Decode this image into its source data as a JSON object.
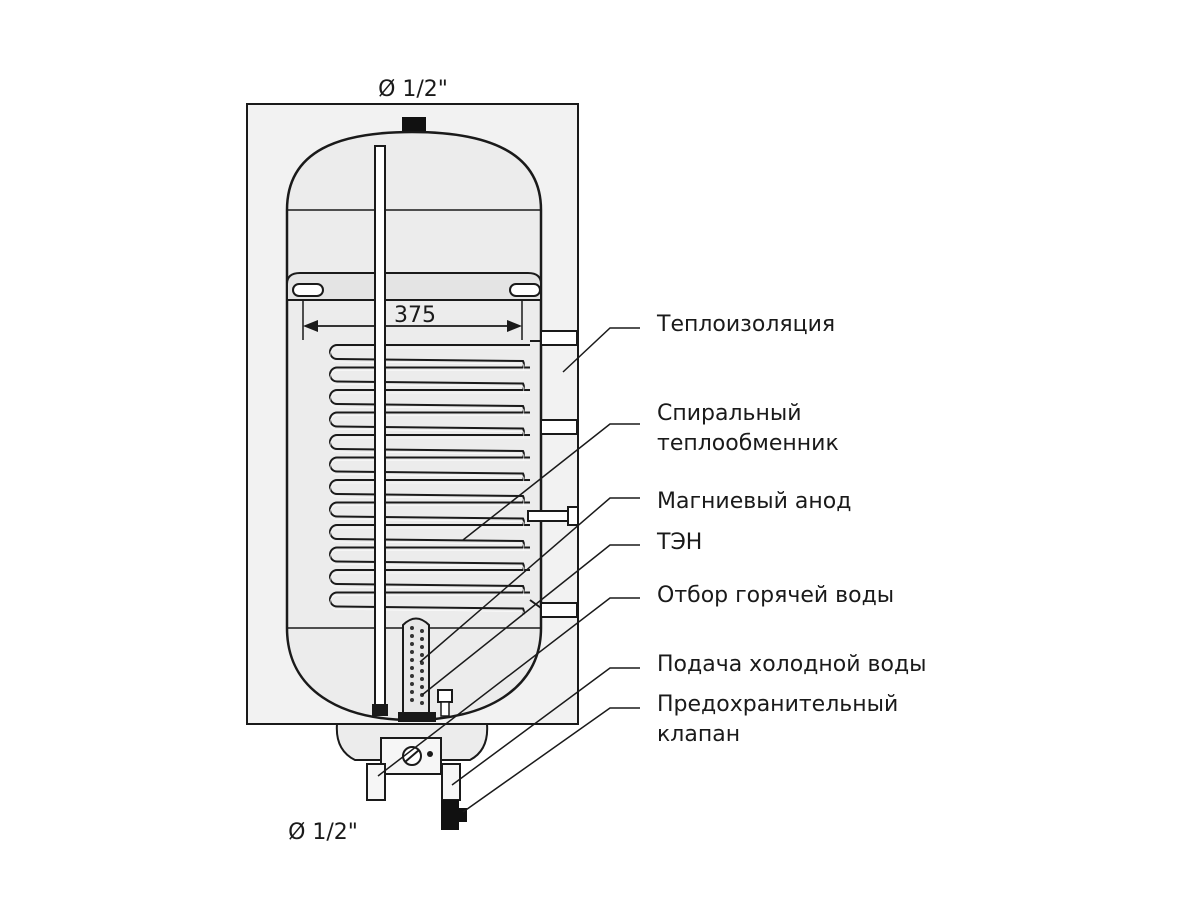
{
  "top_fitting": "Ø 1/2\"",
  "bottom_fitting": "Ø 1/2\"",
  "dimension": "375",
  "labels": {
    "insulation": "Теплоизоляция",
    "coil_line1": "Спиральный",
    "coil_line2": "теплообменник",
    "anode": "Магниевый анод",
    "heater": "ТЭН",
    "hot_outlet": "Отбор горячей воды",
    "cold_inlet": "Подача холодной воды",
    "valve_line1": "Предохранительный",
    "valve_line2": "клапан"
  }
}
